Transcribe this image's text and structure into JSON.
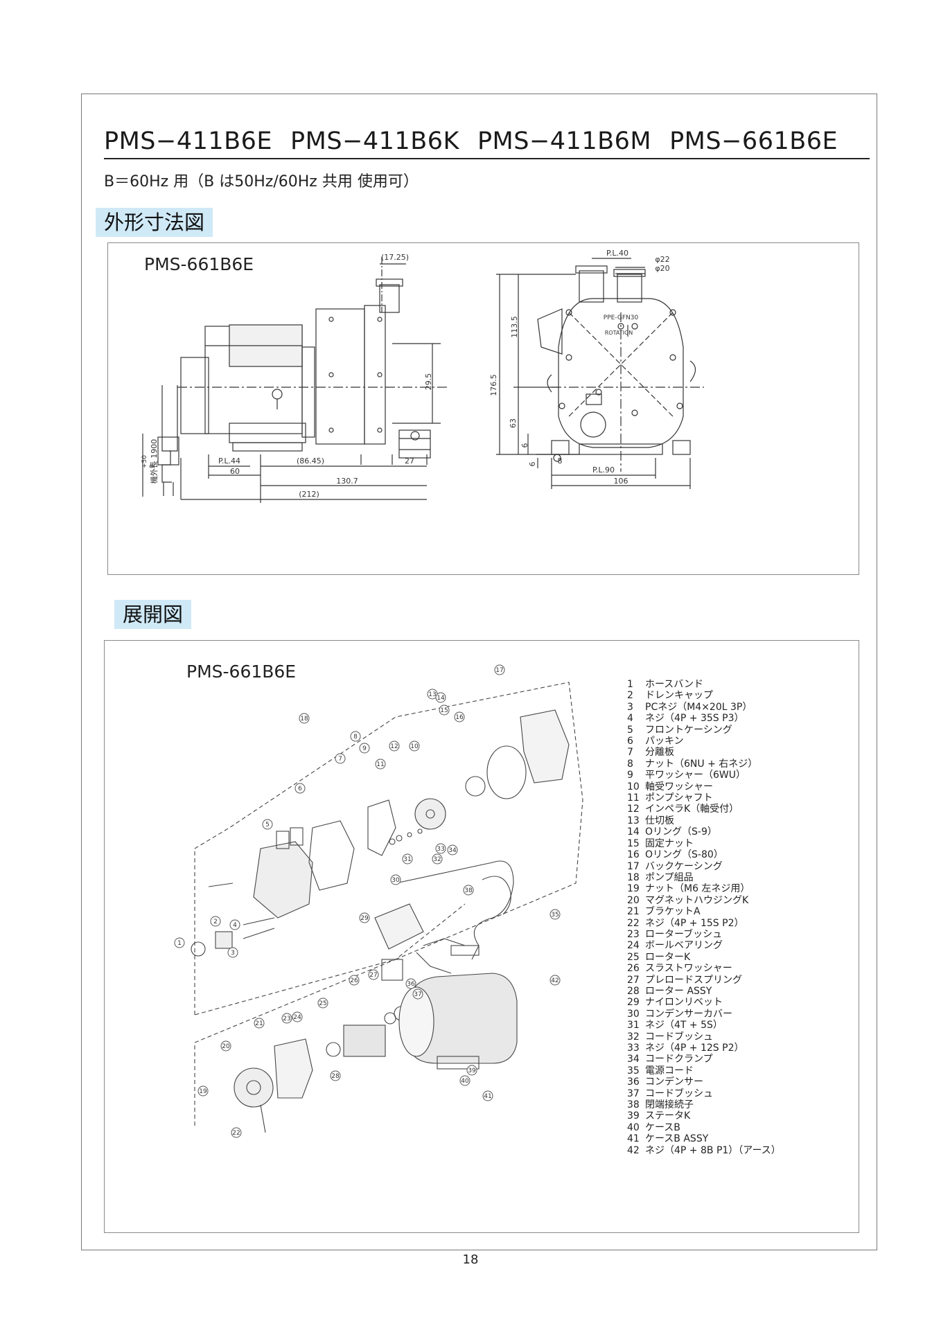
{
  "header": {
    "models": [
      "PMS−411B6E",
      "PMS−411B6K",
      "PMS−411B6M",
      "PMS−661B6E"
    ],
    "subtitle": "B＝60Hz 用（B は50Hz/60Hz 共用 使用可）"
  },
  "outline": {
    "section_label": "外形寸法図",
    "model": "PMS-661B6E",
    "dims": {
      "d17_25": "(17.25)",
      "pl40": "P.L.40",
      "phi22": "φ22",
      "phi20": "φ20",
      "d113_5": "113.5",
      "d176_5": "176.5",
      "d63": "63",
      "d6a": "6",
      "d6b": "6",
      "d8": "8",
      "pl90": "P.L.90",
      "d106": "106",
      "d29_5": "29.5",
      "pl44": "P.L.44",
      "d60": "60",
      "d86_45": "(86.45)",
      "d27": "27",
      "d130_7": "130.7",
      "d212": "(212)",
      "cord": "機外長 1900",
      "tol_plus": "+50",
      "tol_zero": "0",
      "mark_ppe": "PPE-GFN30",
      "mark_rotation": "ROTATION"
    }
  },
  "exploded": {
    "section_label": "展開図",
    "model": "PMS-661B6E",
    "parts": [
      {
        "no": "1",
        "name": "ホースバンド"
      },
      {
        "no": "2",
        "name": "ドレンキャップ"
      },
      {
        "no": "3",
        "name": "PCネジ（M4×20L 3P）"
      },
      {
        "no": "4",
        "name": "ネジ（4P + 35S P3）"
      },
      {
        "no": "5",
        "name": "フロントケーシング"
      },
      {
        "no": "6",
        "name": "パッキン"
      },
      {
        "no": "7",
        "name": "分離板"
      },
      {
        "no": "8",
        "name": "ナット（6NU + 右ネジ）"
      },
      {
        "no": "9",
        "name": "平ワッシャー（6WU）"
      },
      {
        "no": "10",
        "name": "軸受ワッシャー"
      },
      {
        "no": "11",
        "name": "ポンプシャフト"
      },
      {
        "no": "12",
        "name": "インペラK（軸受付）"
      },
      {
        "no": "13",
        "name": "仕切板"
      },
      {
        "no": "14",
        "name": "Oリング（S-9）"
      },
      {
        "no": "15",
        "name": "固定ナット"
      },
      {
        "no": "16",
        "name": "Oリング（S-80）"
      },
      {
        "no": "17",
        "name": "バックケーシング"
      },
      {
        "no": "18",
        "name": "ポンプ組品"
      },
      {
        "no": "19",
        "name": "ナット（M6 左ネジ用）"
      },
      {
        "no": "20",
        "name": "マグネットハウジングK"
      },
      {
        "no": "21",
        "name": "ブラケットA"
      },
      {
        "no": "22",
        "name": "ネジ（4P + 15S P2）"
      },
      {
        "no": "23",
        "name": "ローターブッシュ"
      },
      {
        "no": "24",
        "name": "ボールベアリング"
      },
      {
        "no": "25",
        "name": "ローターK"
      },
      {
        "no": "26",
        "name": "スラストワッシャー"
      },
      {
        "no": "27",
        "name": "プレロードスプリング"
      },
      {
        "no": "28",
        "name": "ローター ASSY"
      },
      {
        "no": "29",
        "name": "ナイロンリベット"
      },
      {
        "no": "30",
        "name": "コンデンサーカバー"
      },
      {
        "no": "31",
        "name": "ネジ（4T + 5S）"
      },
      {
        "no": "32",
        "name": "コードブッシュ"
      },
      {
        "no": "33",
        "name": "ネジ（4P + 12S P2）"
      },
      {
        "no": "34",
        "name": "コードクランプ"
      },
      {
        "no": "35",
        "name": "電源コード"
      },
      {
        "no": "36",
        "name": "コンデンサー"
      },
      {
        "no": "37",
        "name": "コードブッシュ"
      },
      {
        "no": "38",
        "name": "閉端接続子"
      },
      {
        "no": "39",
        "name": "ステータK"
      },
      {
        "no": "40",
        "name": "ケースB"
      },
      {
        "no": "41",
        "name": "ケースB ASSY"
      },
      {
        "no": "42",
        "name": "ネジ（4P + 8B P1）（アース）"
      }
    ]
  },
  "footer": {
    "page_number": "18"
  }
}
